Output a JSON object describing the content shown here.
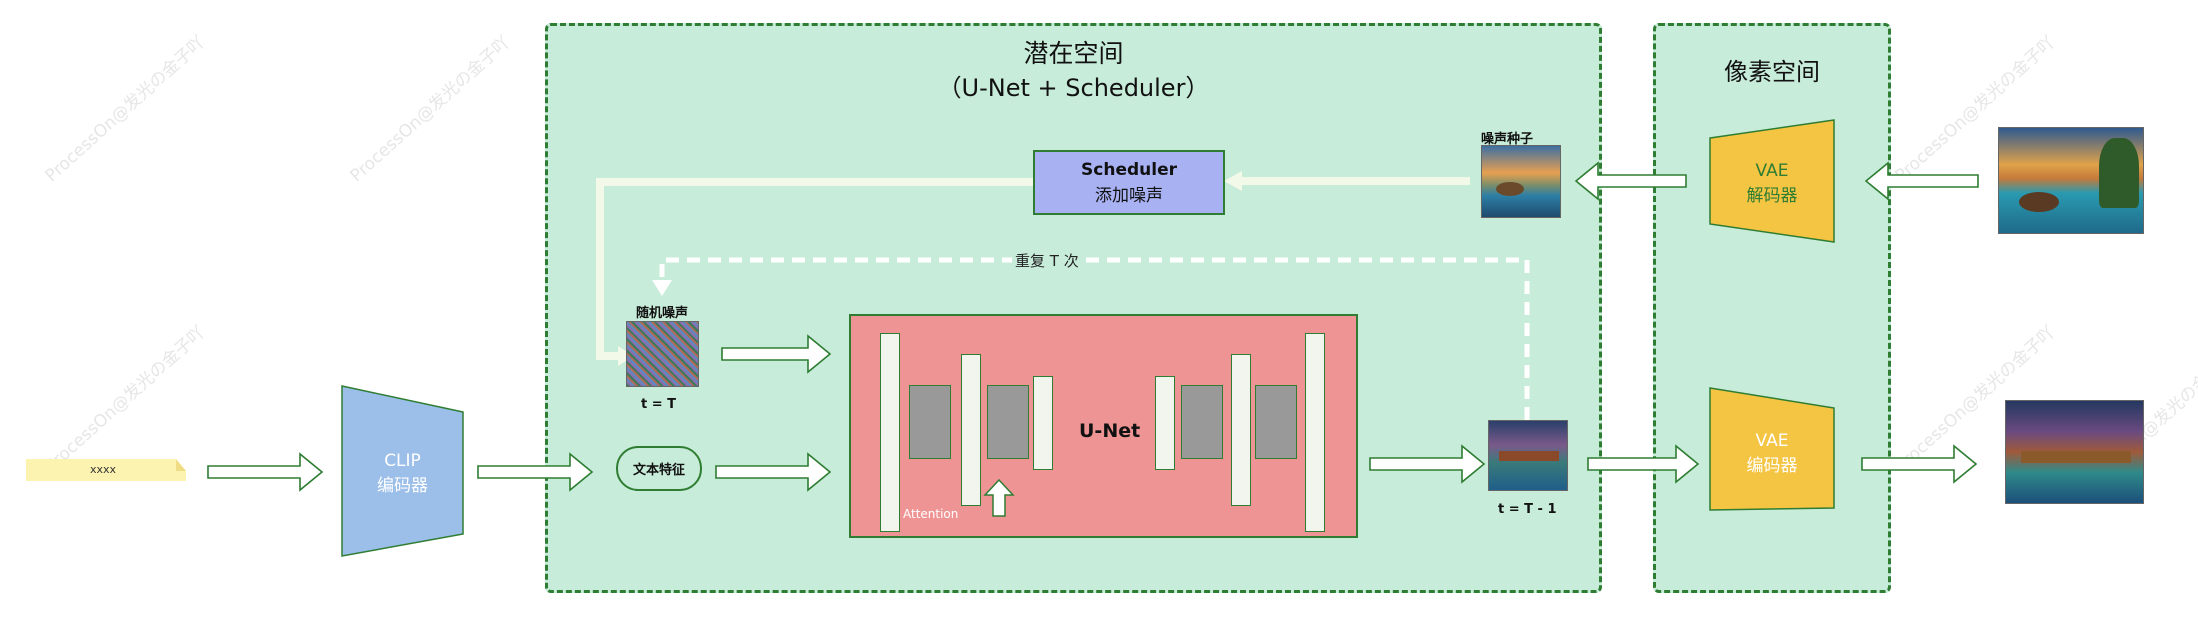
{
  "latent_panel": {
    "title": "潜在空间",
    "subtitle": "（U-Net + Scheduler）"
  },
  "pixel_panel": {
    "title": "像素空间"
  },
  "scheduler": {
    "line1": "Scheduler",
    "line2": "添加噪声"
  },
  "noise_seed_label": "噪声种子",
  "loop_label": "重复 T 次",
  "random_noise_label": "随机噪声",
  "t_start_label": "t = T",
  "t_next_label": "t = T - 1",
  "text_feature_label": "文本特征",
  "unet": {
    "label": "U-Net",
    "attention_label": "Attention"
  },
  "clip": {
    "line1": "CLIP",
    "line2": "编码器"
  },
  "vae_decoder": {
    "line1": "VAE",
    "line2": "解码器"
  },
  "vae_encoder": {
    "line1": "VAE",
    "line2": "编码器"
  },
  "input_text": "xxxx",
  "watermark": "ProcessOn@发光の金子吖",
  "colors": {
    "panel_bg": "#c8ecda",
    "panel_border": "#2e7d32",
    "unet_bg": "#ef9494",
    "scheduler_bg": "#a8b1f2",
    "clip_bg": "#9cbfea",
    "vae_bg": "#f4c443",
    "note_bg": "#fdf3b0"
  }
}
